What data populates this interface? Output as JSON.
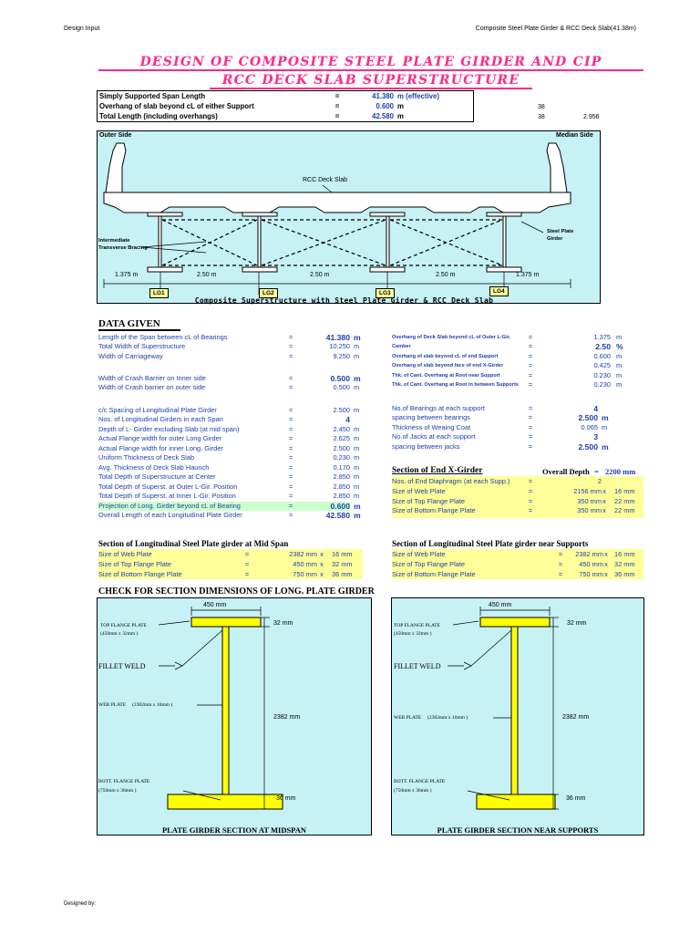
{
  "header": {
    "left": "Design Input",
    "right": "Composite Steel Plate Girder & RCC Deck Slab(41.38m)"
  },
  "title": {
    "line1": "DESIGN OF COMPOSITE STEEL PLATE GIRDER AND CIP",
    "line2": "RCC DECK SLAB SUPERSTRUCTURE"
  },
  "span_box": [
    {
      "label": "Simply Supported Span Length",
      "eq": "=",
      "value": "41.380",
      "unit": "m (effective)"
    },
    {
      "label": "Overhang of slab beyond cL of either Support",
      "eq": "=",
      "value": "0.600",
      "unit": "m"
    },
    {
      "label": "Total Length (including overhangs)",
      "eq": "=",
      "value": "42.580",
      "unit": "m"
    }
  ],
  "span_side": {
    "r1c1": "38",
    "r2c1": "38",
    "r2c2": "2.956"
  },
  "cross_section": {
    "outer_side": "Outer Side",
    "median_side": "Median Side",
    "deck_slab": "RCC Deck Slab",
    "bracing": "Intermediate Transverse Bracing",
    "steel_girder": "Steel Plate Girder",
    "bracing_line1": "Intermediate",
    "bracing_line2": "Transverse Bracing",
    "steel_line1": "Steel Plate",
    "steel_line2": "Girder",
    "dims": [
      "1.375 m",
      "2.50 m",
      "2.50 m",
      "2.50 m",
      "1.375 m"
    ],
    "girders": [
      "LG1",
      "LG2",
      "LG3",
      "LG4"
    ],
    "caption": "Composite Superstructure with Steel Plate Girder & RCC Deck Slab"
  },
  "data_given_title": "DATA GIVEN",
  "left_data": [
    {
      "label": "Length of the Span between cL of Bearings",
      "eq": "=",
      "value": "41.380",
      "unit": "m",
      "big": true
    },
    {
      "label": "Total Width of Superstructure",
      "eq": "=",
      "value": "10.250",
      "unit": "m"
    },
    {
      "label": "Width of Carriageway",
      "eq": "=",
      "value": "9.250",
      "unit": "m"
    },
    {
      "label": "",
      "eq": "",
      "value": "",
      "unit": ""
    },
    {
      "label": "Width of Crash Barrier on Inner side",
      "eq": "=",
      "value": "0.500",
      "unit": "m",
      "big": true
    },
    {
      "label": "Width of Crash barrier on outer side",
      "eq": "=",
      "value": "0.500",
      "unit": "m"
    },
    {
      "label": "",
      "eq": "",
      "value": "",
      "unit": ""
    },
    {
      "label": "c/c Spacing of Longitudinal Plate Girder",
      "eq": "=",
      "value": "2.500",
      "unit": "m"
    },
    {
      "label": "Nos. of Longitudinal Girders in each Span",
      "eq": "=",
      "value": "4",
      "unit": "",
      "big": true
    },
    {
      "label": "Depth of L- Girder excluding Slab (at mid span)",
      "eq": "=",
      "value": "2.450",
      "unit": "m"
    },
    {
      "label": "Actual Flange width for outer Long Girder",
      "eq": "=",
      "value": "2.625",
      "unit": "m"
    },
    {
      "label": "Actual Flange width for inner Long. Girder",
      "eq": "=",
      "value": "2.500",
      "unit": "m"
    },
    {
      "label": "Uniform Thickness of Deck Slab",
      "eq": "=",
      "value": "0.230",
      "unit": "m"
    },
    {
      "label": "Avg. Thickness of Deck Slab Haunch",
      "eq": "=",
      "value": "0.170",
      "unit": "m"
    },
    {
      "label": "Total Depth of Superstructure at Center",
      "eq": "=",
      "value": "2.850",
      "unit": "m"
    },
    {
      "label": "Total Depth of Superst. at Outer L-Gir. Position",
      "eq": "=",
      "value": "2.850",
      "unit": "m"
    },
    {
      "label": "Total Depth of Superst. at Inner L-Gir. Position",
      "eq": "=",
      "value": "2.850",
      "unit": "m"
    },
    {
      "label": "Projection of Long. Girder beyond cL of Bearing",
      "eq": "=",
      "value": "0.600",
      "unit": "m",
      "big": true,
      "green": true
    },
    {
      "label": "Overall Length of each Longitudinal Plate Girder",
      "eq": "=",
      "value": "42.580",
      "unit": "m",
      "big": true
    }
  ],
  "right_data_top": [
    {
      "label": "Overhang of Deck Slab beyond cL of Outer L-Gir.",
      "eq": "=",
      "value": "1.375",
      "unit": "m"
    },
    {
      "label": "Camber",
      "eq": "=",
      "value": "2.50",
      "unit": "%",
      "big": true
    },
    {
      "label": "Overhang of slab beyond cL of end Support",
      "eq": "=",
      "value": "0.600",
      "unit": "m"
    },
    {
      "label": "Overhang of slab beyond face of end X-Girder",
      "eq": "=",
      "value": "0.425",
      "unit": "m"
    },
    {
      "label": "Thk. of Cant. Overhang at Root near Support",
      "eq": "=",
      "value": "0.230",
      "unit": "m"
    },
    {
      "label": "Thk. of Cant. Overhang at Root in between Supports",
      "eq": "=",
      "value": "0.230",
      "unit": "m"
    }
  ],
  "right_data_mid": [
    {
      "label": "No.of Bearings at each support",
      "eq": "=",
      "value": "4",
      "unit": "",
      "big": true
    },
    {
      "label": "spacing between bearings",
      "eq": "=",
      "value": "2.500",
      "unit": "m",
      "big": true
    },
    {
      "label": "Thickness of Weaing Coat",
      "eq": "=",
      "value": "0.065",
      "unit": "m"
    },
    {
      "label": "No.of Jacks at each support",
      "eq": "=",
      "value": "3",
      "unit": "",
      "big": true
    },
    {
      "label": "spacing between jacks",
      "eq": "=",
      "value": "2.500",
      "unit": "m",
      "big": true
    }
  ],
  "end_xgirder": {
    "title": "Section of End X-Girder",
    "overall_label": "Overall Depth",
    "overall_eq": "=",
    "overall_value": "2200 mm",
    "rows": [
      {
        "label": "Nos. of End Diaphragm (at each Supp.)",
        "eq": "=",
        "v1": "2",
        "x": "",
        "v2": ""
      },
      {
        "label": "Size of Web Plate",
        "eq": "=",
        "v1": "2156 mm",
        "x": "x",
        "v2": "16 mm"
      },
      {
        "label": "Size of Top Flange Plate",
        "eq": "=",
        "v1": "350 mm",
        "x": "x",
        "v2": "22 mm"
      },
      {
        "label": "Size of Bottom Flange Plate",
        "eq": "=",
        "v1": "350 mm",
        "x": "x",
        "v2": "22 mm"
      }
    ]
  },
  "mid_span_section": {
    "title": "Section of Longitudinal Steel Plate girder at Mid Span",
    "rows": [
      {
        "label": "Size of Web Plate",
        "eq": "=",
        "v1": "2382 mm",
        "x": "x",
        "v2": "16 mm"
      },
      {
        "label": "Size of Top Flange Plate",
        "eq": "=",
        "v1": "450 mm",
        "x": "x",
        "v2": "32 mm"
      },
      {
        "label": "Size of Bottom Flange Plate",
        "eq": "=",
        "v1": "750 mm",
        "x": "x",
        "v2": "36 mm"
      }
    ]
  },
  "support_section": {
    "title": "Section of Longitudinal Steel Plate girder near Supports",
    "rows": [
      {
        "label": "Size of Web Plate",
        "eq": "=",
        "v1": "2382 mm",
        "x": "x",
        "v2": "16 mm"
      },
      {
        "label": "Size of Top Flange Plate",
        "eq": "=",
        "v1": "450 mm",
        "x": "x",
        "v2": "32 mm"
      },
      {
        "label": "Size of Bottom Flange Plate",
        "eq": "=",
        "v1": "750 mm",
        "x": "x",
        "v2": "36 mm"
      }
    ]
  },
  "check_title": "CHECK FOR SECTION DIMENSIONS OF LONG. PLATE GIRDER",
  "girder_left": {
    "top_width": "450 mm",
    "top_label1": "TOP FLANGE PLATE",
    "top_label2": "(450mm x 32mm )",
    "top_thk": "32 mm",
    "fillet": "FILLET WELD",
    "web_label": "WEB PLATE",
    "web_size": "(2382mm x 16mm )",
    "web_height": "2382 mm",
    "bott_label1": "BOTT. FLANGE PLATE",
    "bott_label2": "(750mm x 36mm )",
    "bott_thk": "36 mm",
    "caption": "PLATE GIRDER SECTION AT MIDSPAN"
  },
  "girder_right": {
    "top_width": "450 mm",
    "top_label1": "TOP FLANGE PLATE",
    "top_label2": "(450mm x 32mm )",
    "top_thk": "32 mm",
    "fillet": "FILLET WELD",
    "web_label": "WEB PLATE",
    "web_size": "(2382mm x 16mm )",
    "web_height": "2382 mm",
    "bott_label1": "BOTT. FLANGE PLATE",
    "bott_label2": "(750mm x 36mm )",
    "bott_thk": "36 mm",
    "caption": "PLATE GIRDER SECTION NEAR SUPPORTS"
  },
  "footer": {
    "designed_by": "Designed by:"
  },
  "colors": {
    "cyan": "#c6f1f5",
    "yellow": "#ffff99",
    "title_pink": "#ff2a8a",
    "blue_text": "#1d3fae"
  }
}
